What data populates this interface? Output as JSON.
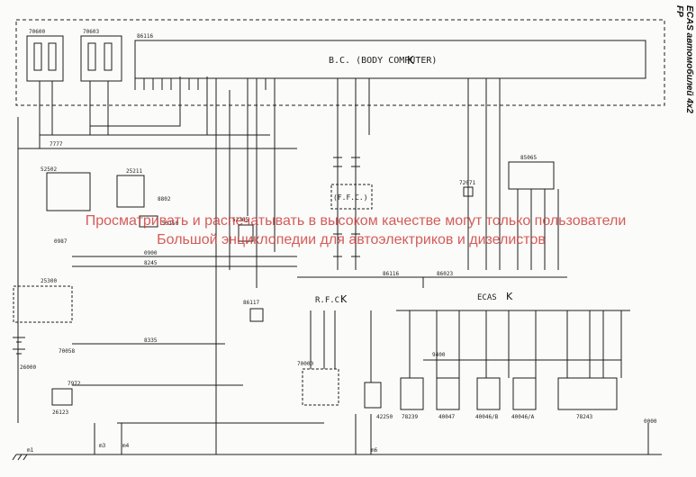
{
  "header": {
    "side_title": "ECAS автомобилей 4x2 FP"
  },
  "watermark": {
    "line1": "Просматривать и распечатывать в высоком качестве могут только пользователи",
    "line2": "Большой энциклопедии для автоэлектриков и дизелистов"
  },
  "blocks": {
    "bc": "B.C. (BODY COMPUTER)",
    "bc_code": "86116",
    "fusebox_a": "70600",
    "fusebox_b": "70603",
    "ffc": "(F.F.C.)",
    "rfc": "R.F.C.",
    "ecas": "ECAS",
    "ecas_code": "86023",
    "ecu_ref": "86116",
    "relay_block": "85065"
  },
  "components": {
    "c52502": "52502",
    "c25211": "25211",
    "c25300": "25300",
    "c70058": "70058",
    "c26123": "26123",
    "c55150": "55150",
    "c52705": "52705",
    "c86117": "86117",
    "c70000": "70000",
    "c42250": "42250",
    "c72071": "72071",
    "c78239": "78239",
    "c40047": "40047",
    "c40046b": "40046/В",
    "c40046a": "40046/А",
    "c78243": "78243",
    "c26000": "26000"
  },
  "wires": {
    "w7777": "7777",
    "w8335": "8335",
    "w0900": "0900",
    "w8245": "8245",
    "w8802": "8802",
    "w0987": "0987",
    "w7972": "7972",
    "w9400": "9400",
    "w0000": "0000"
  },
  "grounds": {
    "m1": "m1",
    "m3": "m3",
    "m4": "m4",
    "m6": "m6"
  }
}
